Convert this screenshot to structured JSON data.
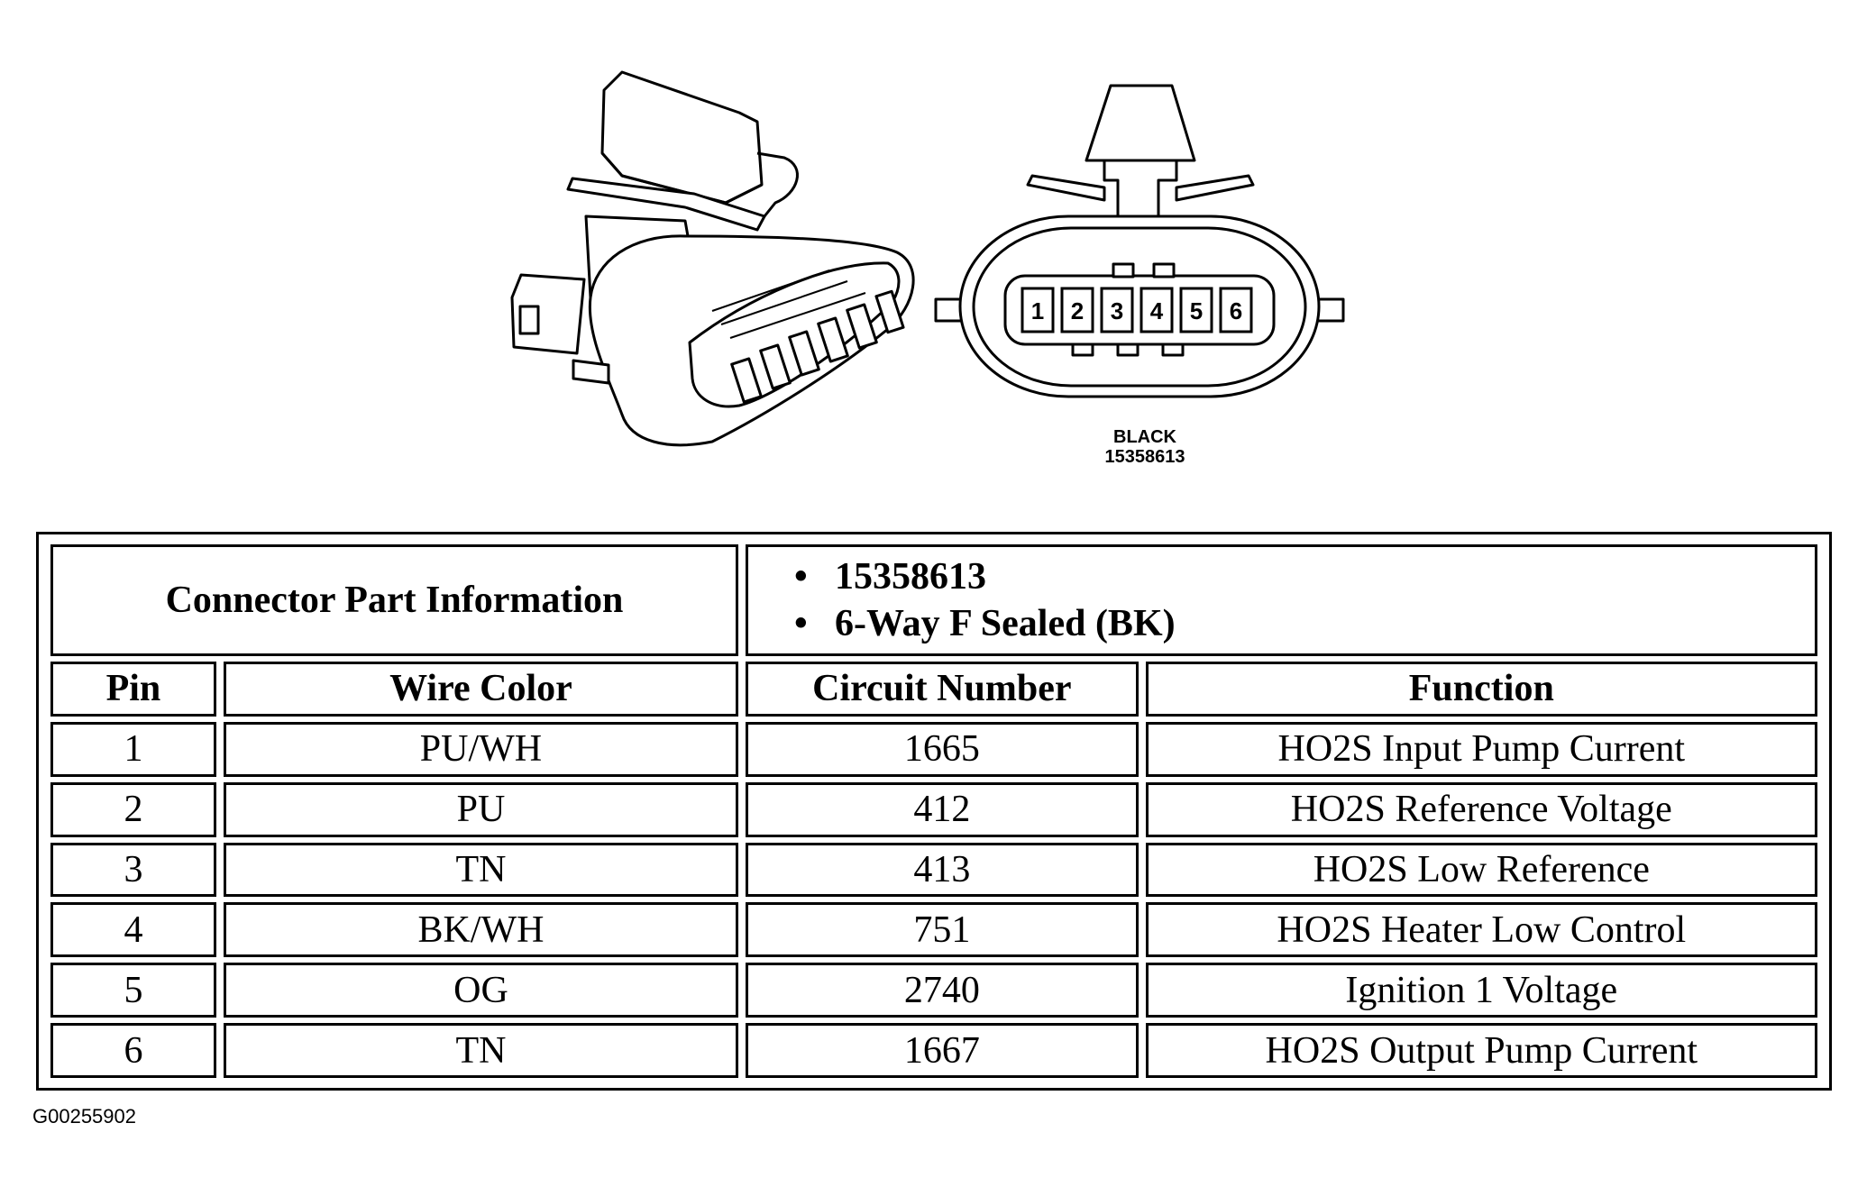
{
  "connector_view": {
    "color_label": "BLACK",
    "part_number": "15358613",
    "pins": [
      "1",
      "2",
      "3",
      "4",
      "5",
      "6"
    ]
  },
  "table": {
    "part_info_label": "Connector Part Information",
    "part_info_items": [
      "15358613",
      "6-Way F Sealed (BK)"
    ],
    "headers": {
      "pin": "Pin",
      "wire_color": "Wire Color",
      "circuit_number": "Circuit Number",
      "function": "Function"
    },
    "rows": [
      {
        "pin": "1",
        "wire_color": "PU/WH",
        "circuit_number": "1665",
        "function": "HO2S Input Pump Current"
      },
      {
        "pin": "2",
        "wire_color": "PU",
        "circuit_number": "412",
        "function": "HO2S Reference Voltage"
      },
      {
        "pin": "3",
        "wire_color": "TN",
        "circuit_number": "413",
        "function": "HO2S Low Reference"
      },
      {
        "pin": "4",
        "wire_color": "BK/WH",
        "circuit_number": "751",
        "function": "HO2S Heater Low Control"
      },
      {
        "pin": "5",
        "wire_color": "OG",
        "circuit_number": "2740",
        "function": "Ignition 1 Voltage"
      },
      {
        "pin": "6",
        "wire_color": "TN",
        "circuit_number": "1667",
        "function": "HO2S Output Pump Current"
      }
    ]
  },
  "figure_id": "G00255902"
}
